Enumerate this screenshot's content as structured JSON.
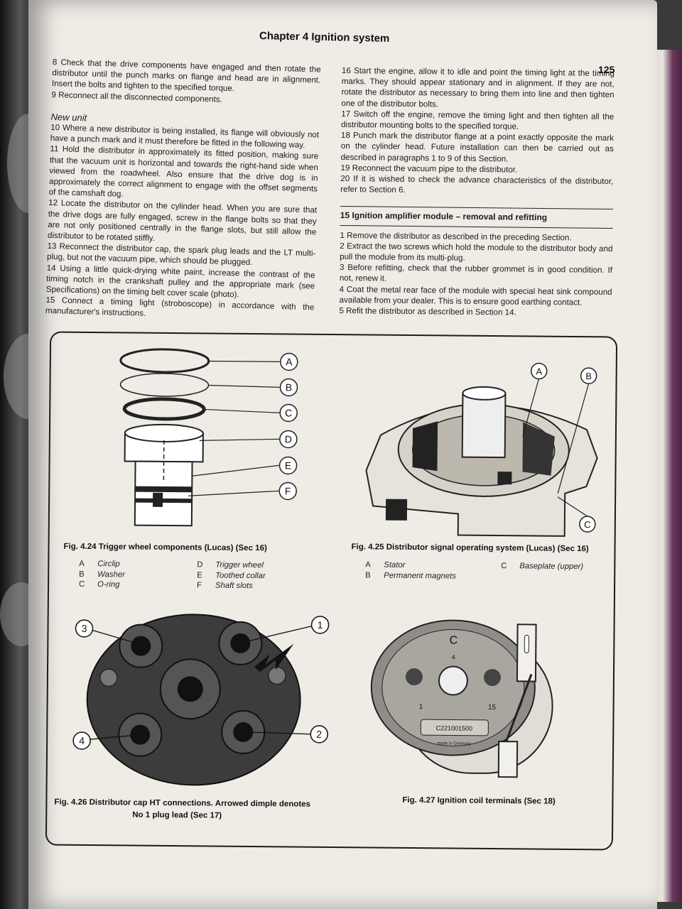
{
  "page": {
    "running_head": "Chapter 4  Ignition system",
    "page_number": "125"
  },
  "left_column": [
    {
      "type": "p",
      "text": "8  Check that the drive components have engaged and then rotate the distributor until the punch marks on flange and head are in alignment. Insert the bolts and tighten to the specified torque."
    },
    {
      "type": "p",
      "text": "9  Reconnect all the disconnected components."
    },
    {
      "type": "subhead",
      "text": "New unit"
    },
    {
      "type": "p",
      "text": "10  Where a new distributor is being installed, its flange will obviously not have a punch mark and it must therefore be fitted in the following way."
    },
    {
      "type": "p",
      "text": "11  Hold the distributor in approximately its fitted position, making sure that the vacuum unit is horizontal and towards the right-hand side when viewed from the roadwheel. Also ensure that the drive dog is in approximately the correct alignment to engage with the offset segments of the camshaft dog."
    },
    {
      "type": "p",
      "text": "12  Locate the distributor on the cylinder head. When you are sure that the drive dogs are fully engaged, screw in the flange bolts so that they are not only positioned centrally in the flange slots, but still allow the distributor to be rotated stiffly."
    },
    {
      "type": "p",
      "text": "13  Reconnect the distributor cap, the spark plug leads and the LT multi-plug, but not the vacuum pipe, which should be plugged."
    },
    {
      "type": "p",
      "text": "14  Using a little quick-drying white paint, increase the contrast of the timing notch in the crankshaft pulley and the appropriate mark (see Specifications) on the timing belt cover scale (photo)."
    },
    {
      "type": "p",
      "text": "15  Connect a timing light (stroboscope) in accordance with the manufacturer's instructions."
    }
  ],
  "right_column": [
    {
      "type": "p",
      "text": "16  Start the engine, allow it to idle and point the timing light at the timing marks. They should appear stationary and in alignment. If they are not, rotate the distributor as necessary to bring them into line and then tighten one of the distributor bolts."
    },
    {
      "type": "p",
      "text": "17  Switch off the engine, remove the timing light and then tighten all the distributor mounting bolts to the specified torque."
    },
    {
      "type": "p",
      "text": "18  Punch mark the distributor flange at a point exactly opposite the mark on the cylinder head. Future installation can then be carried out as described in paragraphs 1 to 9 of this Section."
    },
    {
      "type": "p",
      "text": "19  Reconnect the vacuum pipe to the distributor."
    },
    {
      "type": "p",
      "text": "20  If it is wished to check the advance characteristics of the distributor, refer to Section 6."
    },
    {
      "type": "section",
      "text": "15  Ignition amplifier module – removal and refitting"
    },
    {
      "type": "p",
      "text": "1  Remove the distributor as described in the preceding Section."
    },
    {
      "type": "p",
      "text": "2  Extract the two screws which hold the module to the distributor body and pull the module from its multi-plug."
    },
    {
      "type": "p",
      "text": "3  Before refitting, check that the rubber grommet is in good condition. If not, renew it."
    },
    {
      "type": "p",
      "text": "4  Coat the metal rear face of the module with special heat sink compound available from your dealer. This is to ensure good earthing contact."
    },
    {
      "type": "p",
      "text": "5  Refit the distributor as described in Section 14."
    }
  ],
  "figures": {
    "fig424": {
      "caption": "Fig. 4.24 Trigger wheel components (Lucas) (Sec 16)",
      "callouts": [
        "A",
        "B",
        "C",
        "D",
        "E",
        "F"
      ],
      "legend": [
        {
          "k1": "A",
          "v1": "Circlip",
          "k2": "D",
          "v2": "Trigger wheel"
        },
        {
          "k1": "B",
          "v1": "Washer",
          "k2": "E",
          "v2": "Toothed collar"
        },
        {
          "k1": "C",
          "v1": "O-ring",
          "k2": "F",
          "v2": "Shaft slots"
        }
      ]
    },
    "fig425": {
      "caption": "Fig. 4.25 Distributor signal operating system (Lucas) (Sec 16)",
      "callouts": [
        "A",
        "B",
        "C"
      ],
      "legend": [
        {
          "k1": "A",
          "v1": "Stator",
          "k2": "C",
          "v2": "Baseplate (upper)"
        },
        {
          "k1": "B",
          "v1": "Permanent magnets",
          "k2": "",
          "v2": ""
        }
      ]
    },
    "fig426": {
      "caption_line1": "Fig. 4.26 Distributor cap HT connections. Arrowed dimple denotes",
      "caption_line2": "No 1 plug lead (Sec 17)",
      "callouts": [
        "1",
        "2",
        "3",
        "4"
      ]
    },
    "fig427": {
      "caption": "Fig. 4.27 Ignition coil terminals (Sec 18)",
      "marks": [
        "C",
        "4",
        "1",
        "15",
        "C221001500",
        "made in Germany"
      ]
    }
  },
  "colors": {
    "page": "#efece6",
    "ink": "#1b1b1b",
    "cover": "#6b3a5e"
  }
}
